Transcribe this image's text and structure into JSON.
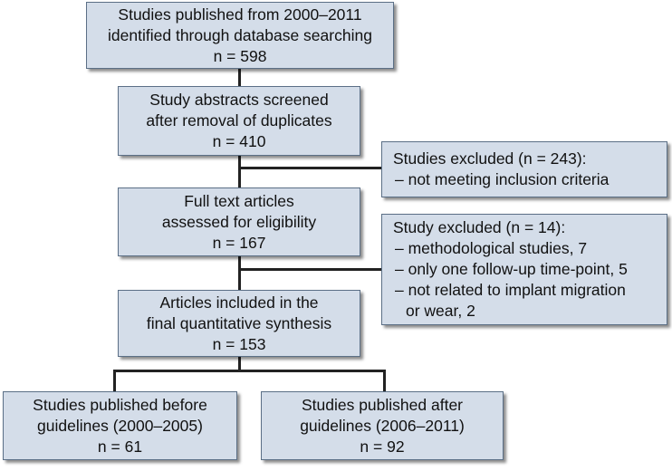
{
  "flow": {
    "identified": {
      "lines": [
        "Studies published from 2000–2011",
        "identified through database searching"
      ],
      "count": "n = 598"
    },
    "screened": {
      "lines": [
        "Study abstracts screened",
        "after removal of duplicates"
      ],
      "count": "n = 410"
    },
    "excluded_1": {
      "title": "Studies excluded (n = 243):",
      "items": [
        "– not meeting inclusion criteria"
      ]
    },
    "full_text": {
      "lines": [
        "Full text articles",
        "assessed for eligibility"
      ],
      "count": "n = 167"
    },
    "excluded_2": {
      "title": "Study excluded (n = 14):",
      "items": [
        "– methodological studies, 7",
        "– only one follow-up time-point, 5",
        "– not related to implant migration",
        "or wear, 2"
      ]
    },
    "included": {
      "lines": [
        "Articles included in the",
        "final quantitative synthesis"
      ],
      "count": "n = 153"
    },
    "before": {
      "lines": [
        "Studies published before",
        "guidelines (2000–2005)"
      ],
      "count": "n = 61"
    },
    "after": {
      "lines": [
        "Studies published after",
        "guidelines (2006–2011)"
      ],
      "count": "n = 92"
    }
  },
  "colors": {
    "box_fill": "#d4dde9",
    "box_border": "#5b6f86",
    "connector": "#222222"
  }
}
